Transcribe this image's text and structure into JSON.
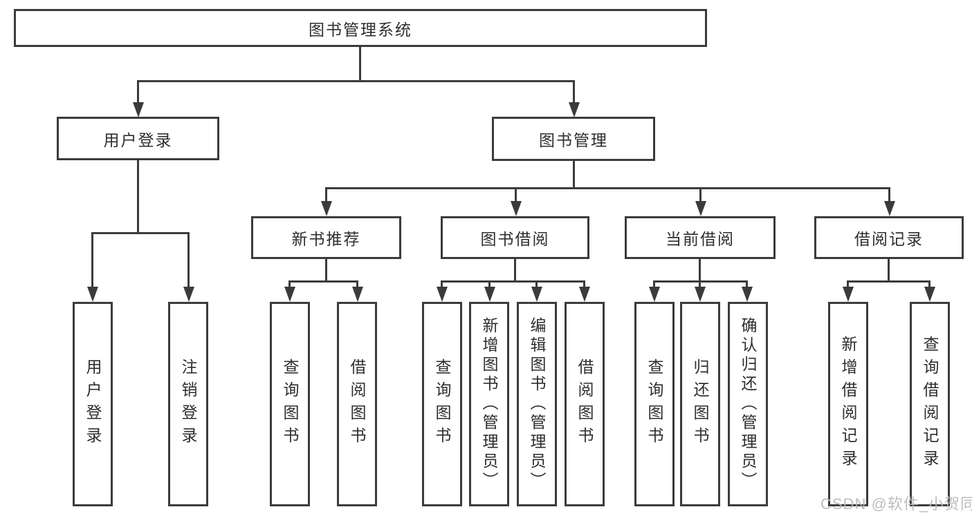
{
  "colors": {
    "line": "#3b3b3b",
    "text": "#2e2e2e",
    "watermark_gray": "#b4b6b8",
    "background": "#ffffff"
  },
  "diagram": {
    "root": "图书管理系统",
    "branches": {
      "user_login": "用户登录",
      "book_mgmt": "图书管理"
    },
    "modules": {
      "new_books": "新书推荐",
      "book_borrow": "图书借阅",
      "current_borrow": "当前借阅",
      "borrow_records": "借阅记录"
    },
    "leaves": {
      "user_login": [
        "用户登录",
        "注销登录"
      ],
      "new_books": [
        "查询图书",
        "借阅图书"
      ],
      "book_borrow": [
        "查询图书",
        "新增图书（管理员）",
        "编辑图书（管理员）",
        "借阅图书"
      ],
      "current_borrow": [
        "查询图书",
        "归还图书",
        "确认归还（管理员）"
      ],
      "borrow_records": [
        "新增借阅记录",
        "查询借阅记录"
      ]
    }
  },
  "watermark": "CSDN @软件_小贺同学"
}
